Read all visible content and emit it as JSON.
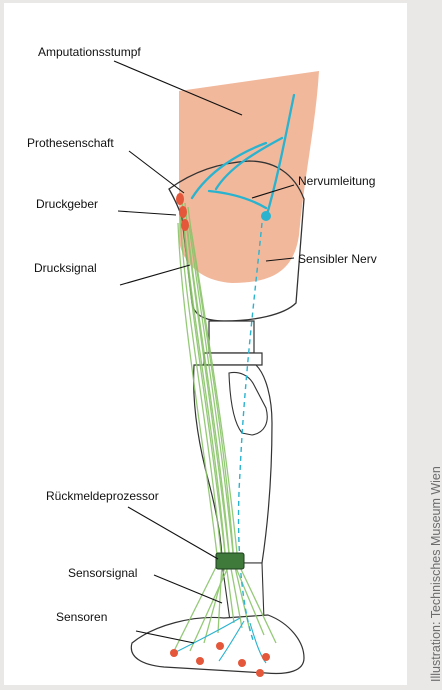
{
  "labels": {
    "amputationsstumpf": "Amputationsstumpf",
    "prothesenschaft": "Prothesenschaft",
    "nervumleitung": "Nervumleitung",
    "druckgeber": "Druckgeber",
    "drucksignal": "Drucksignal",
    "sensibler_nerv": "Sensibler Nerv",
    "rueckmeldeprozessor": "Rückmeldeprozessor",
    "sensorsignal": "Sensorsignal",
    "sensoren": "Sensoren"
  },
  "credit": "Illustration: Technisches Museum Wien",
  "colors": {
    "stump": "#f2b89c",
    "nerve": "#29b3cf",
    "signal": "#8ac46a",
    "sensor": "#e4573a",
    "processor": "#3f7a3b",
    "outline": "#333333"
  }
}
